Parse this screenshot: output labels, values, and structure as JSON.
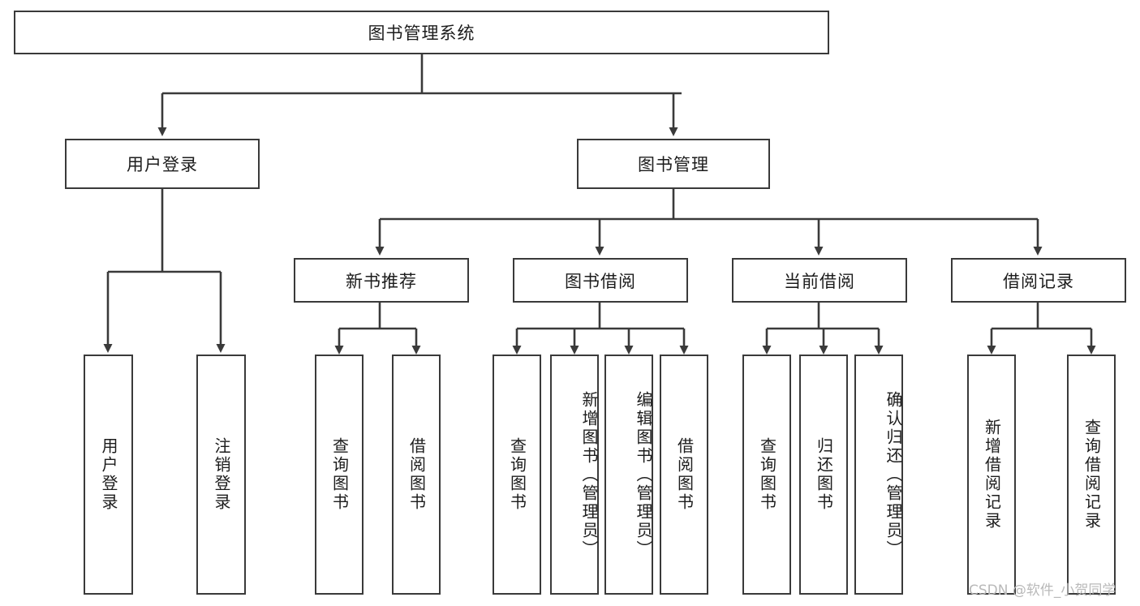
{
  "diagram": {
    "title": "图书管理系统",
    "type": "hierarchy-tree",
    "root": {
      "label": "图书管理系统"
    },
    "level2": [
      {
        "label": "用户登录"
      },
      {
        "label": "图书管理"
      }
    ],
    "level3": [
      {
        "label": "新书推荐"
      },
      {
        "label": "图书借阅"
      },
      {
        "label": "当前借阅"
      },
      {
        "label": "借阅记录"
      }
    ],
    "leaves": {
      "user_login": [
        {
          "label": "用户登录"
        },
        {
          "label": "注销登录"
        }
      ],
      "new_book_recommend": [
        {
          "label": "查询图书"
        },
        {
          "label": "借阅图书"
        }
      ],
      "book_borrow": [
        {
          "label": "查询图书"
        },
        {
          "label": "新增图书（管理员）"
        },
        {
          "label": "编辑图书（管理员）"
        },
        {
          "label": "借阅图书"
        }
      ],
      "current_borrow": [
        {
          "label": "查询图书"
        },
        {
          "label": "归还图书"
        },
        {
          "label": "确认归还（管理员）"
        }
      ],
      "borrow_record": [
        {
          "label": "新增借阅记录"
        },
        {
          "label": "查询借阅记录"
        }
      ]
    }
  },
  "watermark": {
    "text": "CSDN @软件_小贺同学"
  },
  "colors": {
    "stroke": "#3a3a3a",
    "text": "#1c1c1c",
    "background": "#ffffff",
    "watermark": "#b9b9b9"
  }
}
